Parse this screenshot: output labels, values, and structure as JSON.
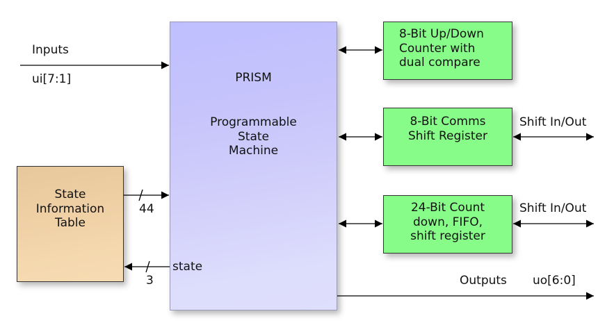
{
  "diagram": {
    "prism": {
      "title": "PRISM",
      "subtitle_lines": [
        "Programmable",
        "State",
        "Machine"
      ]
    },
    "state_table": {
      "lines": [
        "State",
        "Information",
        "Table"
      ]
    },
    "blocks": [
      {
        "lines": [
          "8-Bit Up/Down",
          "Counter with",
          "dual compare"
        ]
      },
      {
        "lines": [
          "8-Bit Comms",
          "Shift Register"
        ]
      },
      {
        "lines": [
          "24-Bit Count",
          "down, FIFO,",
          "shift register"
        ]
      }
    ],
    "signals": {
      "inputs_label": "Inputs",
      "inputs_bus": "ui[7:1]",
      "sit_to_prism_width": "44",
      "state_label": "state",
      "state_width": "3",
      "shift_label_1": "Shift In/Out",
      "shift_label_2": "Shift In/Out",
      "outputs_label": "Outputs",
      "outputs_bus": "uo[6:0]"
    },
    "colors": {
      "prism_fill": "#c6c4fb",
      "state_table_fill": "#f0d0a5",
      "block_fill": "#88fc88",
      "line": "#000000"
    }
  }
}
